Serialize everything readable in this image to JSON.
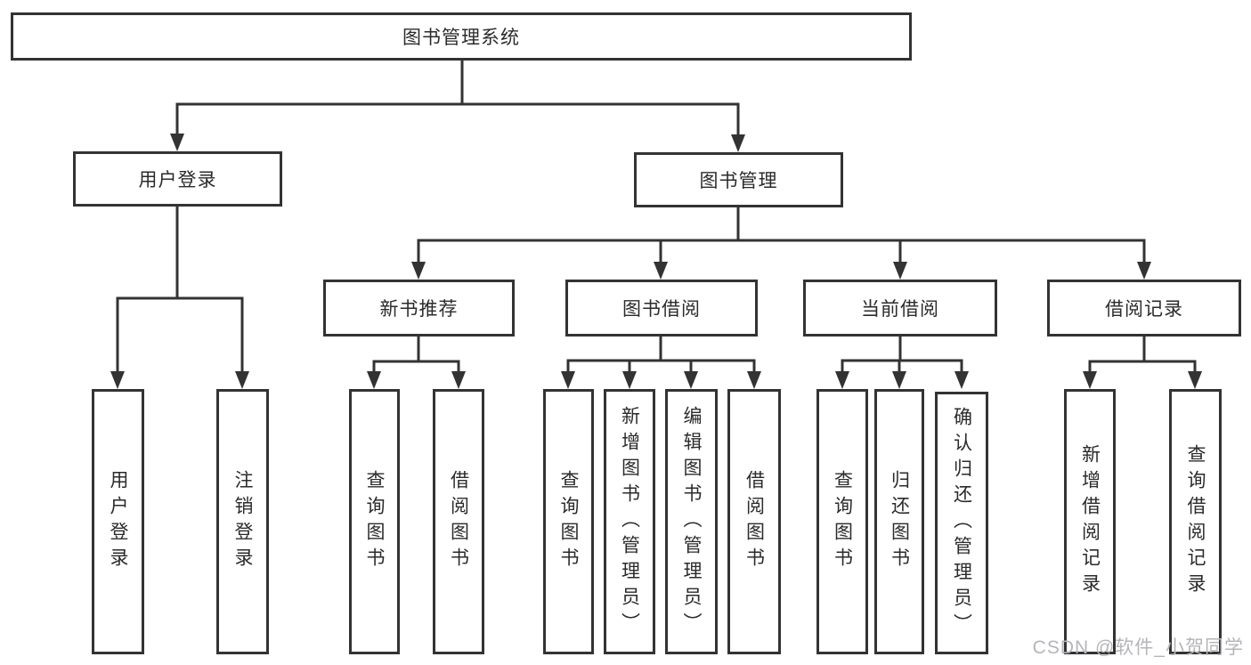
{
  "colors": {
    "line": "#333333",
    "box_border": "#333333",
    "text": "#2b2b2b",
    "background": "#ffffff",
    "watermark": "#b5b5b9"
  },
  "watermark": "CSDN @软件_小贺同学",
  "tree": {
    "root": {
      "label": "图书管理系统",
      "children": [
        {
          "label": "用户登录",
          "children": [
            {
              "label": "用户登录"
            },
            {
              "label": "注销登录"
            }
          ]
        },
        {
          "label": "图书管理",
          "children": [
            {
              "label": "新书推荐",
              "children": [
                {
                  "label": "查询图书"
                },
                {
                  "label": "借阅图书"
                }
              ]
            },
            {
              "label": "图书借阅",
              "children": [
                {
                  "label": "查询图书"
                },
                {
                  "label": "新增图书（管理员）"
                },
                {
                  "label": "编辑图书（管理员）"
                },
                {
                  "label": "借阅图书"
                }
              ]
            },
            {
              "label": "当前借阅",
              "children": [
                {
                  "label": "查询图书"
                },
                {
                  "label": "归还图书"
                },
                {
                  "label": "确认归还（管理员）"
                }
              ]
            },
            {
              "label": "借阅记录",
              "children": [
                {
                  "label": "新增借阅记录"
                },
                {
                  "label": "查询借阅记录"
                }
              ]
            }
          ]
        }
      ]
    }
  }
}
